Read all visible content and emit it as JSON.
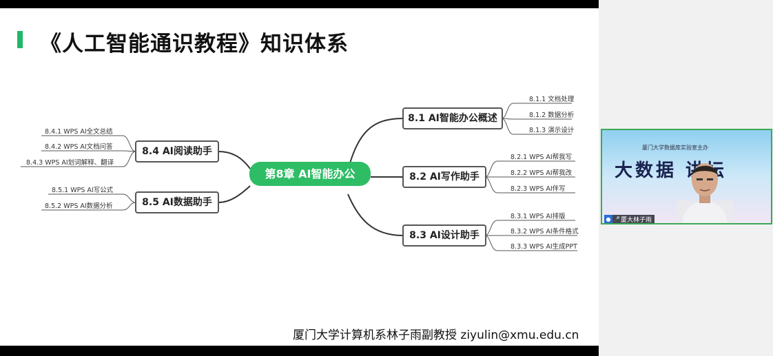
{
  "slide": {
    "title": "《人工智能通识教程》知识体系",
    "footer": "厦门大学计算机系林子雨副教授  ziyulin@xmu.edu.cn"
  },
  "mindmap": {
    "center": "第8章 AI智能办公",
    "branches": {
      "b81": {
        "label": "8.1 AI智能办公概述",
        "leaves": [
          "8.1.1 文档处理",
          "8.1.2 数据分析",
          "8.1.3 演示设计"
        ]
      },
      "b82": {
        "label": "8.2 AI写作助手",
        "leaves": [
          "8.2.1 WPS AI帮我写",
          "8.2.2 WPS AI帮我改",
          "8.2.3 WPS AI伴写"
        ]
      },
      "b83": {
        "label": "8.3 AI设计助手",
        "leaves": [
          "8.3.1 WPS AI排版",
          "8.3.2 WPS AI条件格式",
          "8.3.3 WPS AI生成PPT"
        ]
      },
      "b84": {
        "label": "8.4 AI阅读助手",
        "leaves": [
          "8.4.1 WPS AI全文总结",
          "8.4.2 WPS AI文档问答",
          "8.4.3 WPS AI划词解释、翻译"
        ]
      },
      "b85": {
        "label": "8.5 AI数据助手",
        "leaves": [
          "8.5.1 WPS AI写公式",
          "8.5.2 WPS AI数据分析"
        ]
      }
    }
  },
  "video": {
    "banner_top": "厦门大学数据库实验室主办",
    "banner_big": "大数据   讲坛",
    "participant_name": "厦大林子雨"
  },
  "colors": {
    "accent": "#1fb866",
    "center_node": "#2ebd65",
    "video_border": "#3aa857"
  }
}
